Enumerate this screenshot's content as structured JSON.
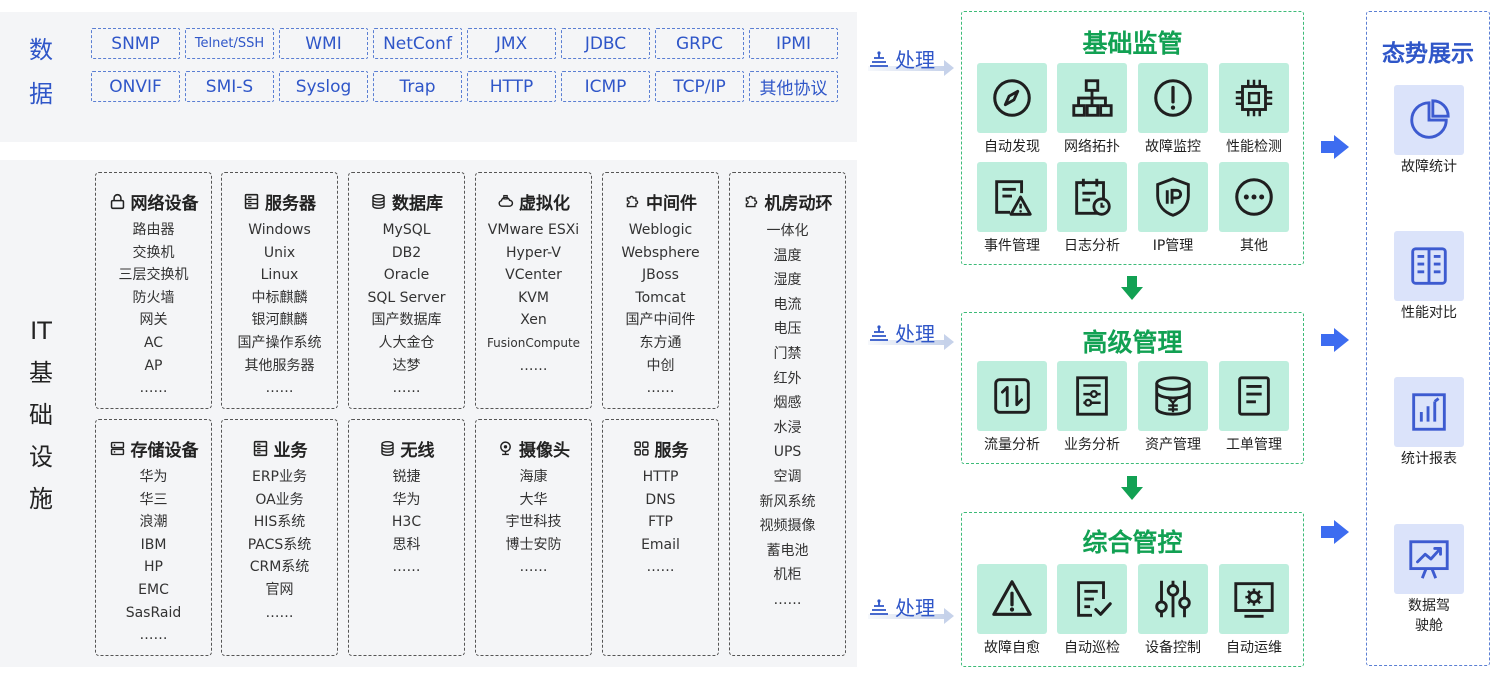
{
  "data_sources": {
    "title": "数据",
    "protocols": [
      "SNMP",
      "Telnet/SSH",
      "WMI",
      "NetConf",
      "JMX",
      "JDBC",
      "GRPC",
      "IPMI",
      "ONVIF",
      "SMI-S",
      "Syslog",
      "Trap",
      "HTTP",
      "ICMP",
      "TCP/IP",
      "其他协议"
    ]
  },
  "infrastructure": {
    "title": "IT基础设施",
    "categories": [
      {
        "title": "网络设备",
        "icon": "lock-icon",
        "items": [
          "路由器",
          "交换机",
          "三层交换机",
          "防火墙",
          "网关",
          "AC",
          "AP",
          "……"
        ]
      },
      {
        "title": "服务器",
        "icon": "server-icon",
        "items": [
          "Windows",
          "Unix",
          "Linux",
          "中标麒麟",
          "银河麒麟",
          "国产操作系统",
          "其他服务器",
          "……"
        ]
      },
      {
        "title": "数据库",
        "icon": "database-icon",
        "items": [
          "MySQL",
          "DB2",
          "Oracle",
          "SQL Server",
          "国产数据库",
          "人大金仓",
          "达梦",
          "……"
        ]
      },
      {
        "title": "虚拟化",
        "icon": "cloud-icon",
        "items": [
          "VMware ESXi",
          "Hyper-V",
          "VCenter",
          "KVM",
          "Xen",
          "FusionCompute",
          "……"
        ]
      },
      {
        "title": "中间件",
        "icon": "puzzle-icon",
        "items": [
          "Weblogic",
          "Websphere",
          "JBoss",
          "Tomcat",
          "国产中间件",
          "东方通",
          "中创",
          "……"
        ]
      },
      {
        "title": "机房动环",
        "icon": "puzzle-icon",
        "items": [
          "一体化",
          "温度",
          "湿度",
          "电流",
          "电压",
          "门禁",
          "红外",
          "烟感",
          "水浸",
          "UPS",
          "空调",
          "新风系统",
          "视频摄像",
          "蓄电池",
          "机柜",
          "……"
        ]
      },
      {
        "title": "存储设备",
        "icon": "storage-icon",
        "items": [
          "华为",
          "华三",
          "浪潮",
          "IBM",
          "HP",
          "EMC",
          "SasRaid",
          "……"
        ]
      },
      {
        "title": "业务",
        "icon": "server-icon",
        "items": [
          "ERP业务",
          "OA业务",
          "HIS系统",
          "PACS系统",
          "CRM系统",
          "官网",
          "……"
        ]
      },
      {
        "title": "无线",
        "icon": "database-icon",
        "items": [
          "锐捷",
          "华为",
          "H3C",
          "思科",
          "……"
        ]
      },
      {
        "title": "摄像头",
        "icon": "camera-icon",
        "items": [
          "海康",
          "大华",
          "宇世科技",
          "博士安防",
          "……"
        ]
      },
      {
        "title": "服务",
        "icon": "grid-icon",
        "items": [
          "HTTP",
          "DNS",
          "FTP",
          "Email",
          "……"
        ]
      }
    ]
  },
  "process_label": "处理",
  "groups": [
    {
      "title": "基础监管",
      "tiles": [
        {
          "label": "自动发现",
          "icon": "compass-icon"
        },
        {
          "label": "网络拓扑",
          "icon": "topology-icon"
        },
        {
          "label": "故障监控",
          "icon": "alert-circle-icon"
        },
        {
          "label": "性能检测",
          "icon": "chip-icon"
        },
        {
          "label": "事件管理",
          "icon": "event-warning-icon"
        },
        {
          "label": "日志分析",
          "icon": "log-calendar-icon"
        },
        {
          "label": "IP管理",
          "icon": "ip-shield-icon"
        },
        {
          "label": "其他",
          "icon": "more-icon"
        }
      ]
    },
    {
      "title": "高级管理",
      "tiles": [
        {
          "label": "流量分析",
          "icon": "traffic-icon"
        },
        {
          "label": "业务分析",
          "icon": "business-icon"
        },
        {
          "label": "资产管理",
          "icon": "asset-coin-icon"
        },
        {
          "label": "工单管理",
          "icon": "work-order-icon"
        }
      ]
    },
    {
      "title": "综合管控",
      "tiles": [
        {
          "label": "故障自愈",
          "icon": "warning-triangle-icon"
        },
        {
          "label": "自动巡检",
          "icon": "inspection-icon"
        },
        {
          "label": "设备控制",
          "icon": "sliders-icon"
        },
        {
          "label": "自动运维",
          "icon": "gear-monitor-icon"
        }
      ]
    }
  ],
  "display": {
    "title": "态势展示",
    "items": [
      {
        "label": "故障统计",
        "icon": "pie-chart-icon"
      },
      {
        "label": "性能对比",
        "icon": "compare-icon"
      },
      {
        "label": "统计报表",
        "icon": "bar-report-icon"
      },
      {
        "label": "数据驾驶舱",
        "icon": "dashboard-chart-icon"
      }
    ]
  },
  "colors": {
    "blue": "#2f56c8",
    "green": "#12a153",
    "tile_green": "#bdeedd",
    "tile_blue": "#dbe3fa",
    "panel": "#f4f5f7"
  }
}
